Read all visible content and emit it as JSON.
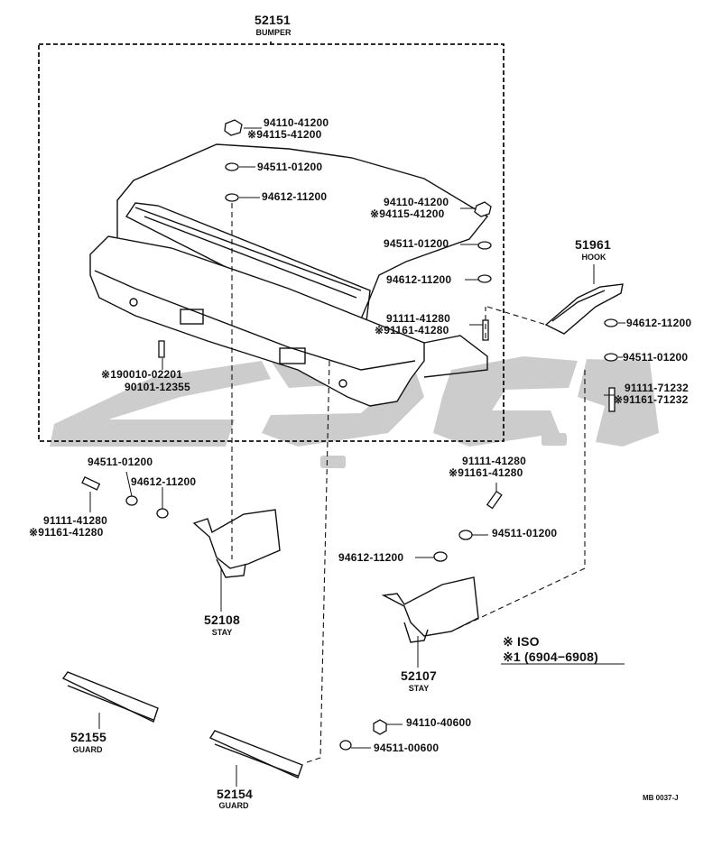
{
  "labels": {
    "bumper_no": "52151",
    "bumper_name": "BUMPER",
    "hook_no": "51961",
    "hook_name": "HOOK",
    "stay_r_no": "52108",
    "stay_l_no": "52107",
    "stay_name": "STAY",
    "guard_r_no": "52155",
    "guard_l_no": "52154",
    "guard_name": "GUARD",
    "p_94110_41200_a": "94110-41200",
    "p_94115_41200_a": "※94115-41200",
    "p_94511_01200_a": "94511-01200",
    "p_94612_11200_a": "94612-11200",
    "p_94110_41200_b": "94110-41200",
    "p_94115_41200_b": "※94115-41200",
    "p_94511_01200_b": "94511-01200",
    "p_94612_11200_b": "94612-11200",
    "p_91111_41280_a": "91111-41280",
    "p_91161_41280_a": "※91161-41280",
    "p_90010_02201": "※190010-02201",
    "p_90101_12355": "90101-12355",
    "p_94612_11200_hook": "94612-11200",
    "p_94511_01200_hook": "94511-01200",
    "p_91111_71232": "91111-71232",
    "p_91161_71232": "※91161-71232",
    "p_94511_01200_c": "94511-01200",
    "p_94612_11200_c": "94612-11200",
    "p_91111_41280_c": "91111-41280",
    "p_91161_41280_c": "※91161-41280",
    "p_91111_41280_d": "91111-41280",
    "p_91161_41280_d": "※91161-41280",
    "p_94511_01200_d": "94511-01200",
    "p_94612_11200_d": "94612-11200",
    "p_94110_40600": "94110-40600",
    "p_94511_00600": "94511-00600",
    "legend_iso": "※ ISO",
    "legend_range": "※1 (6904−6908)",
    "figure_code": "MB 0037-J"
  },
  "colors": {
    "ink": "#111111",
    "watermark": "#c4c4c4"
  }
}
